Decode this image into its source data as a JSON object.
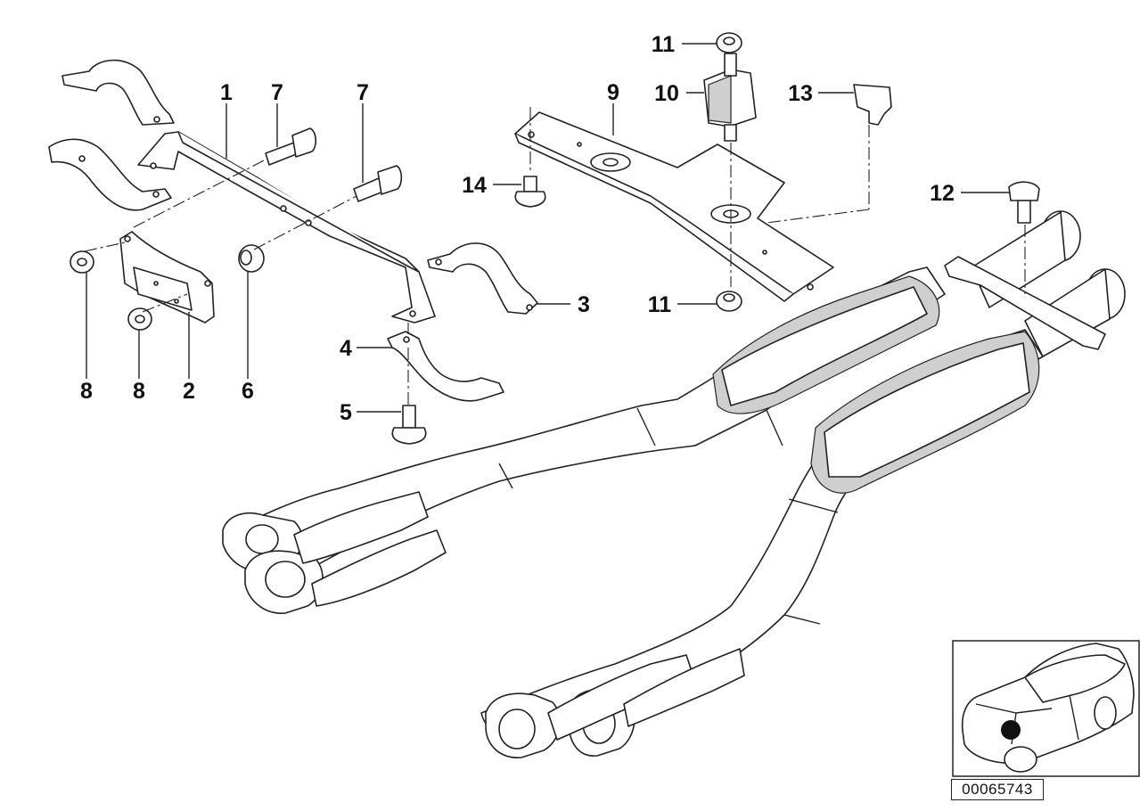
{
  "diagram": {
    "callouts": {
      "c1": "1",
      "c2": "2",
      "c3": "3",
      "c4": "4",
      "c5": "5",
      "c6": "6",
      "c7a": "7",
      "c7b": "7",
      "c8a": "8",
      "c8b": "8",
      "c9": "9",
      "c10": "10",
      "c11a": "11",
      "c11b": "11",
      "c12": "12",
      "c13": "13",
      "c14": "14"
    },
    "reference_number": "00065743"
  }
}
